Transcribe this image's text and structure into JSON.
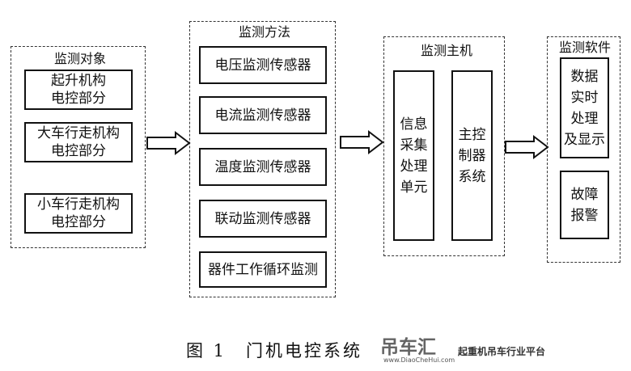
{
  "groups": {
    "objects": {
      "title": "监测对象",
      "items": [
        "起升机构\n电控部分",
        "大车行走机构\n电控部分",
        "小车行走机构\n电控部分"
      ]
    },
    "methods": {
      "title": "监测方法",
      "items": [
        "电压监测传感器",
        "电流监测传感器",
        "温度监测传感器",
        "联动监测传感器",
        "器件工作循环监测"
      ]
    },
    "host": {
      "title": "监测主机",
      "items": [
        "信息\n采集\n处理\n单元",
        "主控\n制器\n系统"
      ]
    },
    "software": {
      "title": "监测软件",
      "items": [
        "数据\n实时\n处理\n及显示",
        "故障\n报警"
      ]
    }
  },
  "caption": "图 1　门机电控系统",
  "watermark": {
    "brand": "吊车汇",
    "slogan": "起重机吊车行业平台",
    "url": "www.DiaoCheHui.com"
  }
}
